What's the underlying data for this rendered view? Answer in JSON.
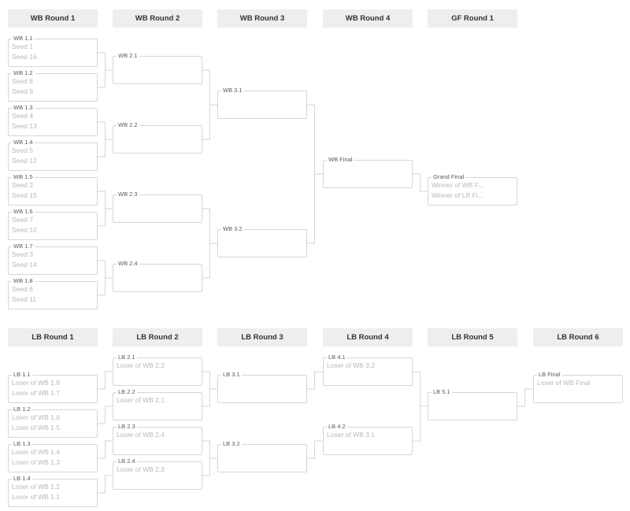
{
  "winners_bracket": {
    "rounds": [
      {
        "title": "WB Round 1",
        "matches": [
          {
            "id": "WB 1.1",
            "slots": [
              "Seed 1",
              "Seed 16"
            ]
          },
          {
            "id": "WB 1.2",
            "slots": [
              "Seed 8",
              "Seed 9"
            ]
          },
          {
            "id": "WB 1.3",
            "slots": [
              "Seed 4",
              "Seed 13"
            ]
          },
          {
            "id": "WB 1.4",
            "slots": [
              "Seed 5",
              "Seed 12"
            ]
          },
          {
            "id": "WB 1.5",
            "slots": [
              "Seed 2",
              "Seed 15"
            ]
          },
          {
            "id": "WB 1.6",
            "slots": [
              "Seed 7",
              "Seed 10"
            ]
          },
          {
            "id": "WB 1.7",
            "slots": [
              "Seed 3",
              "Seed 14"
            ]
          },
          {
            "id": "WB 1.8",
            "slots": [
              "Seed 6",
              "Seed 11"
            ]
          }
        ]
      },
      {
        "title": "WB Round 2",
        "matches": [
          {
            "id": "WB 2.1",
            "slots": []
          },
          {
            "id": "WB 2.2",
            "slots": []
          },
          {
            "id": "WB 2.3",
            "slots": []
          },
          {
            "id": "WB 2.4",
            "slots": []
          }
        ]
      },
      {
        "title": "WB Round 3",
        "matches": [
          {
            "id": "WB 3.1",
            "slots": []
          },
          {
            "id": "WB 3.2",
            "slots": []
          }
        ]
      },
      {
        "title": "WB Round 4",
        "matches": [
          {
            "id": "WB Final",
            "slots": []
          }
        ]
      },
      {
        "title": "GF Round 1",
        "matches": [
          {
            "id": "Grand Final",
            "slots": [
              "Winner of WB F...",
              "Winner of LB Fi..."
            ]
          }
        ]
      }
    ]
  },
  "losers_bracket": {
    "rounds": [
      {
        "title": "LB Round 1",
        "matches": [
          {
            "id": "LB 1.1",
            "slots": [
              "Loser of WB 1.8",
              "Loser of WB 1.7"
            ]
          },
          {
            "id": "LB 1.2",
            "slots": [
              "Loser of WB 1.6",
              "Loser of WB 1.5"
            ]
          },
          {
            "id": "LB 1.3",
            "slots": [
              "Loser of WB 1.4",
              "Loser of WB 1.3"
            ]
          },
          {
            "id": "LB 1.4",
            "slots": [
              "Loser of WB 1.2",
              "Loser of WB 1.1"
            ]
          }
        ]
      },
      {
        "title": "LB Round 2",
        "matches": [
          {
            "id": "LB 2.1",
            "slots": [
              "Loser of WB 2.2"
            ]
          },
          {
            "id": "LB 2.2",
            "slots": [
              "Loser of WB 2.1"
            ]
          },
          {
            "id": "LB 2.3",
            "slots": [
              "Loser of WB 2.4"
            ]
          },
          {
            "id": "LB 2.4",
            "slots": [
              "Loser of WB 2.3"
            ]
          }
        ]
      },
      {
        "title": "LB Round 3",
        "matches": [
          {
            "id": "LB 3.1",
            "slots": []
          },
          {
            "id": "LB 3.2",
            "slots": []
          }
        ]
      },
      {
        "title": "LB Round 4",
        "matches": [
          {
            "id": "LB 4.1",
            "slots": [
              "Loser of WB 3.2"
            ]
          },
          {
            "id": "LB 4.2",
            "slots": [
              "Loser of WB 3.1"
            ]
          }
        ]
      },
      {
        "title": "LB Round 5",
        "matches": [
          {
            "id": "LB 5.1",
            "slots": []
          }
        ]
      },
      {
        "title": "LB Round 6",
        "matches": [
          {
            "id": "LB Final",
            "slots": [
              "Loser of WB Final"
            ]
          }
        ]
      }
    ]
  },
  "colors": {
    "header_bg": "#eeeeee",
    "border": "#d6d6d6",
    "label_text": "#5a5a5a",
    "placeholder_text": "#b9b9b9"
  }
}
